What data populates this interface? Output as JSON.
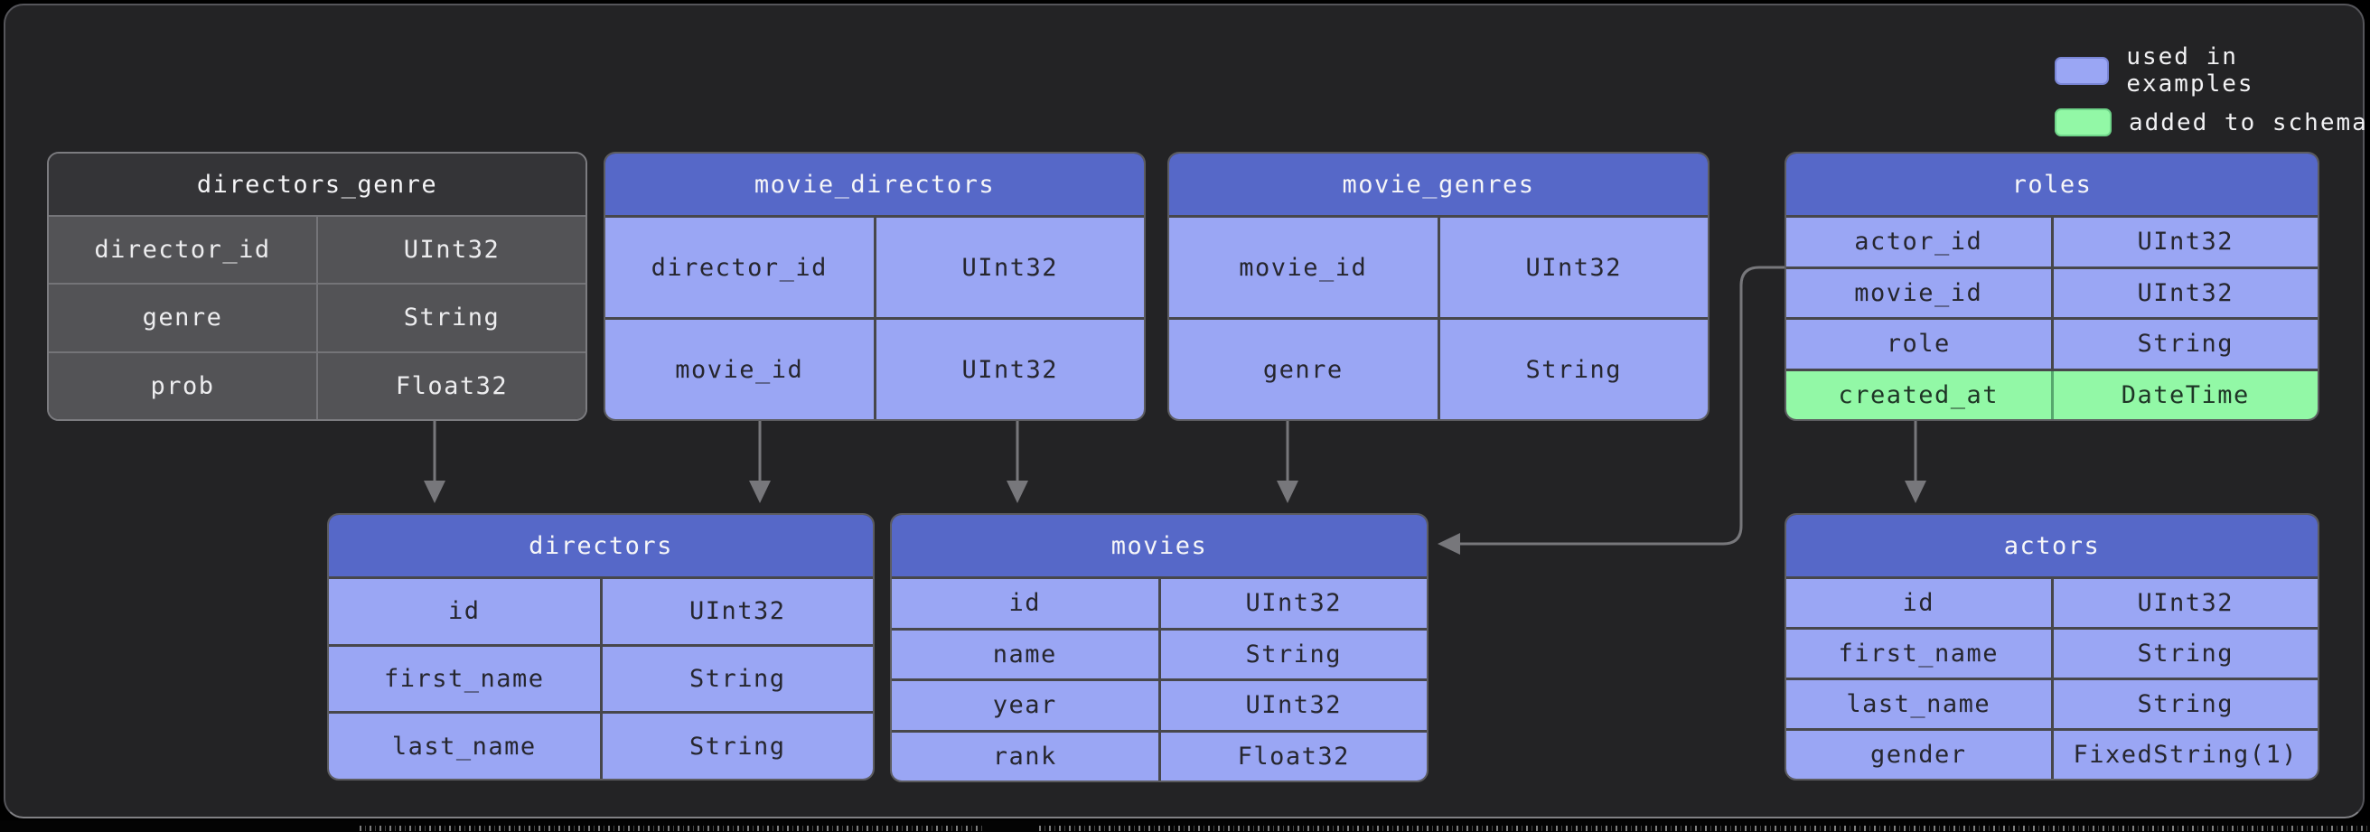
{
  "legend": {
    "items": [
      {
        "id": "used-in-examples",
        "label": "used in examples",
        "color": "#9aa6f4"
      },
      {
        "id": "added-to-schema",
        "label": "added to schema",
        "color": "#92f8a6"
      }
    ]
  },
  "tables": [
    {
      "id": "directors_genre",
      "title": "directors_genre",
      "variant": "dark",
      "fields": [
        {
          "name": "director_id",
          "type": "UInt32",
          "added": false
        },
        {
          "name": "genre",
          "type": "String",
          "added": false
        },
        {
          "name": "prob",
          "type": "Float32",
          "added": false
        }
      ]
    },
    {
      "id": "movie_directors",
      "title": "movie_directors",
      "variant": "blue",
      "fields": [
        {
          "name": "director_id",
          "type": "UInt32",
          "added": false
        },
        {
          "name": "movie_id",
          "type": "UInt32",
          "added": false
        }
      ]
    },
    {
      "id": "movie_genres",
      "title": "movie_genres",
      "variant": "blue",
      "fields": [
        {
          "name": "movie_id",
          "type": "UInt32",
          "added": false
        },
        {
          "name": "genre",
          "type": "String",
          "added": false
        }
      ]
    },
    {
      "id": "roles",
      "title": "roles",
      "variant": "blue",
      "fields": [
        {
          "name": "actor_id",
          "type": "UInt32",
          "added": false
        },
        {
          "name": "movie_id",
          "type": "UInt32",
          "added": false
        },
        {
          "name": "role",
          "type": "String",
          "added": false
        },
        {
          "name": "created_at",
          "type": "DateTime",
          "added": true
        }
      ]
    },
    {
      "id": "directors",
      "title": "directors",
      "variant": "blue",
      "fields": [
        {
          "name": "id",
          "type": "UInt32",
          "added": false
        },
        {
          "name": "first_name",
          "type": "String",
          "added": false
        },
        {
          "name": "last_name",
          "type": "String",
          "added": false
        }
      ]
    },
    {
      "id": "movies",
      "title": "movies",
      "variant": "blue",
      "fields": [
        {
          "name": "id",
          "type": "UInt32",
          "added": false
        },
        {
          "name": "name",
          "type": "String",
          "added": false
        },
        {
          "name": "year",
          "type": "UInt32",
          "added": false
        },
        {
          "name": "rank",
          "type": "Float32",
          "added": false
        }
      ]
    },
    {
      "id": "actors",
      "title": "actors",
      "variant": "blue",
      "fields": [
        {
          "name": "id",
          "type": "UInt32",
          "added": false
        },
        {
          "name": "first_name",
          "type": "String",
          "added": false
        },
        {
          "name": "last_name",
          "type": "String",
          "added": false
        },
        {
          "name": "gender",
          "type": "FixedString(1)",
          "added": false
        }
      ]
    }
  ],
  "relationships": [
    {
      "from": "directors_genre",
      "to": "directors"
    },
    {
      "from": "movie_directors",
      "to": "directors"
    },
    {
      "from": "movie_directors",
      "to": "movies"
    },
    {
      "from": "movie_genres",
      "to": "movies"
    },
    {
      "from": "roles",
      "to": "movies"
    },
    {
      "from": "roles",
      "to": "actors"
    }
  ],
  "colors": {
    "background": "#000000",
    "panel": "#232325",
    "table_header_blue": "#5668c8",
    "table_row_blue": "#9aa6f4",
    "table_row_green": "#92f8a6",
    "table_header_dark": "#343437",
    "table_row_dark": "#535356",
    "arrow": "#77777b"
  }
}
